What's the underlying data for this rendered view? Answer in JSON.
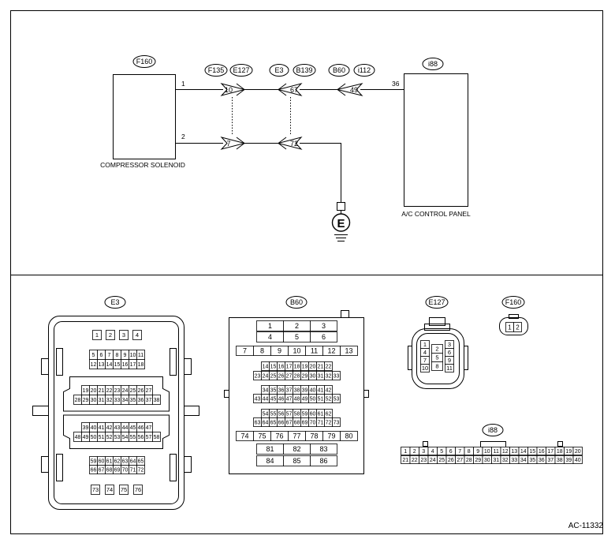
{
  "tags": {
    "f160": "F160",
    "f135": "F135",
    "e127": "E127",
    "e3": "E3",
    "b139": "B139",
    "b60": "B60",
    "i112": "i112",
    "i88": "i88"
  },
  "labels": {
    "compressor_solenoid": "COMPRESSOR SOLENOID",
    "ac_control_panel": "A/C CONTROL PANEL",
    "ground": "E",
    "figure_id": "AC-11332"
  },
  "wires": {
    "f160_pin1": "1",
    "f160_pin2": "2",
    "i88_pin36": "36",
    "conn_10": "10",
    "conn_7": "7",
    "conn_67": "67",
    "conn_72": "72",
    "conn_49": "49"
  },
  "connector_tags": {
    "e3": "E3",
    "b60": "B60",
    "e127": "E127",
    "f160": "F160",
    "i88": "i88"
  },
  "e3_pins": {
    "r1": [
      "1",
      "2",
      "3",
      "4"
    ],
    "r2": [
      "5",
      "6",
      "7",
      "8",
      "9",
      "10",
      "11"
    ],
    "r3": [
      "12",
      "13",
      "14",
      "15",
      "16",
      "17",
      "18"
    ],
    "r4": [
      "19",
      "20",
      "21",
      "22",
      "23",
      "24",
      "25",
      "26",
      "27"
    ],
    "r5": [
      "28",
      "29",
      "30",
      "31",
      "32",
      "33",
      "34",
      "35",
      "36",
      "37",
      "38"
    ],
    "r6": [
      "39",
      "40",
      "41",
      "42",
      "43",
      "44",
      "45",
      "46",
      "47"
    ],
    "r7": [
      "48",
      "49",
      "50",
      "51",
      "52",
      "53",
      "54",
      "55",
      "56",
      "57",
      "58"
    ],
    "r8": [
      "59",
      "60",
      "61",
      "62",
      "63",
      "64",
      "65"
    ],
    "r9": [
      "66",
      "67",
      "68",
      "69",
      "70",
      "71",
      "72"
    ],
    "r10": [
      "73",
      "74",
      "75",
      "76"
    ]
  },
  "b60_pins": {
    "r1": [
      "1",
      "2",
      "3"
    ],
    "r2": [
      "4",
      "5",
      "6"
    ],
    "r3": [
      "7",
      "8",
      "9",
      "10",
      "11",
      "12",
      "13"
    ],
    "r4": [
      "14",
      "15",
      "16",
      "17",
      "18",
      "19",
      "20",
      "21",
      "22"
    ],
    "r5": [
      "23",
      "24",
      "25",
      "26",
      "27",
      "28",
      "29",
      "30",
      "31",
      "32",
      "33"
    ],
    "r6": [
      "34",
      "35",
      "36",
      "37",
      "38",
      "39",
      "40",
      "41",
      "42"
    ],
    "r7": [
      "43",
      "44",
      "45",
      "46",
      "47",
      "48",
      "49",
      "50",
      "51",
      "52",
      "53"
    ],
    "r8": [
      "54",
      "55",
      "56",
      "57",
      "58",
      "59",
      "60",
      "61",
      "62"
    ],
    "r9": [
      "63",
      "64",
      "65",
      "66",
      "67",
      "68",
      "69",
      "70",
      "71",
      "72",
      "73"
    ],
    "r10": [
      "74",
      "75",
      "76",
      "77",
      "78",
      "79",
      "80"
    ],
    "r11": [
      "81",
      "82",
      "83"
    ],
    "r12": [
      "84",
      "85",
      "86"
    ]
  },
  "e127_pins": {
    "left": [
      "1",
      "4",
      "7",
      "10"
    ],
    "mid": [
      "2",
      "5",
      "8"
    ],
    "right": [
      "3",
      "6",
      "9",
      "11"
    ]
  },
  "f160_pins": [
    "1",
    "2"
  ],
  "i88_pins": {
    "r1": [
      "1",
      "2",
      "3",
      "4",
      "5",
      "6",
      "7",
      "8",
      "9",
      "10",
      "11",
      "12",
      "13",
      "14",
      "15",
      "16",
      "17",
      "18",
      "19",
      "20"
    ],
    "r2": [
      "21",
      "22",
      "23",
      "24",
      "25",
      "26",
      "27",
      "28",
      "29",
      "30",
      "31",
      "32",
      "33",
      "34",
      "35",
      "36",
      "37",
      "38",
      "39",
      "40"
    ]
  }
}
